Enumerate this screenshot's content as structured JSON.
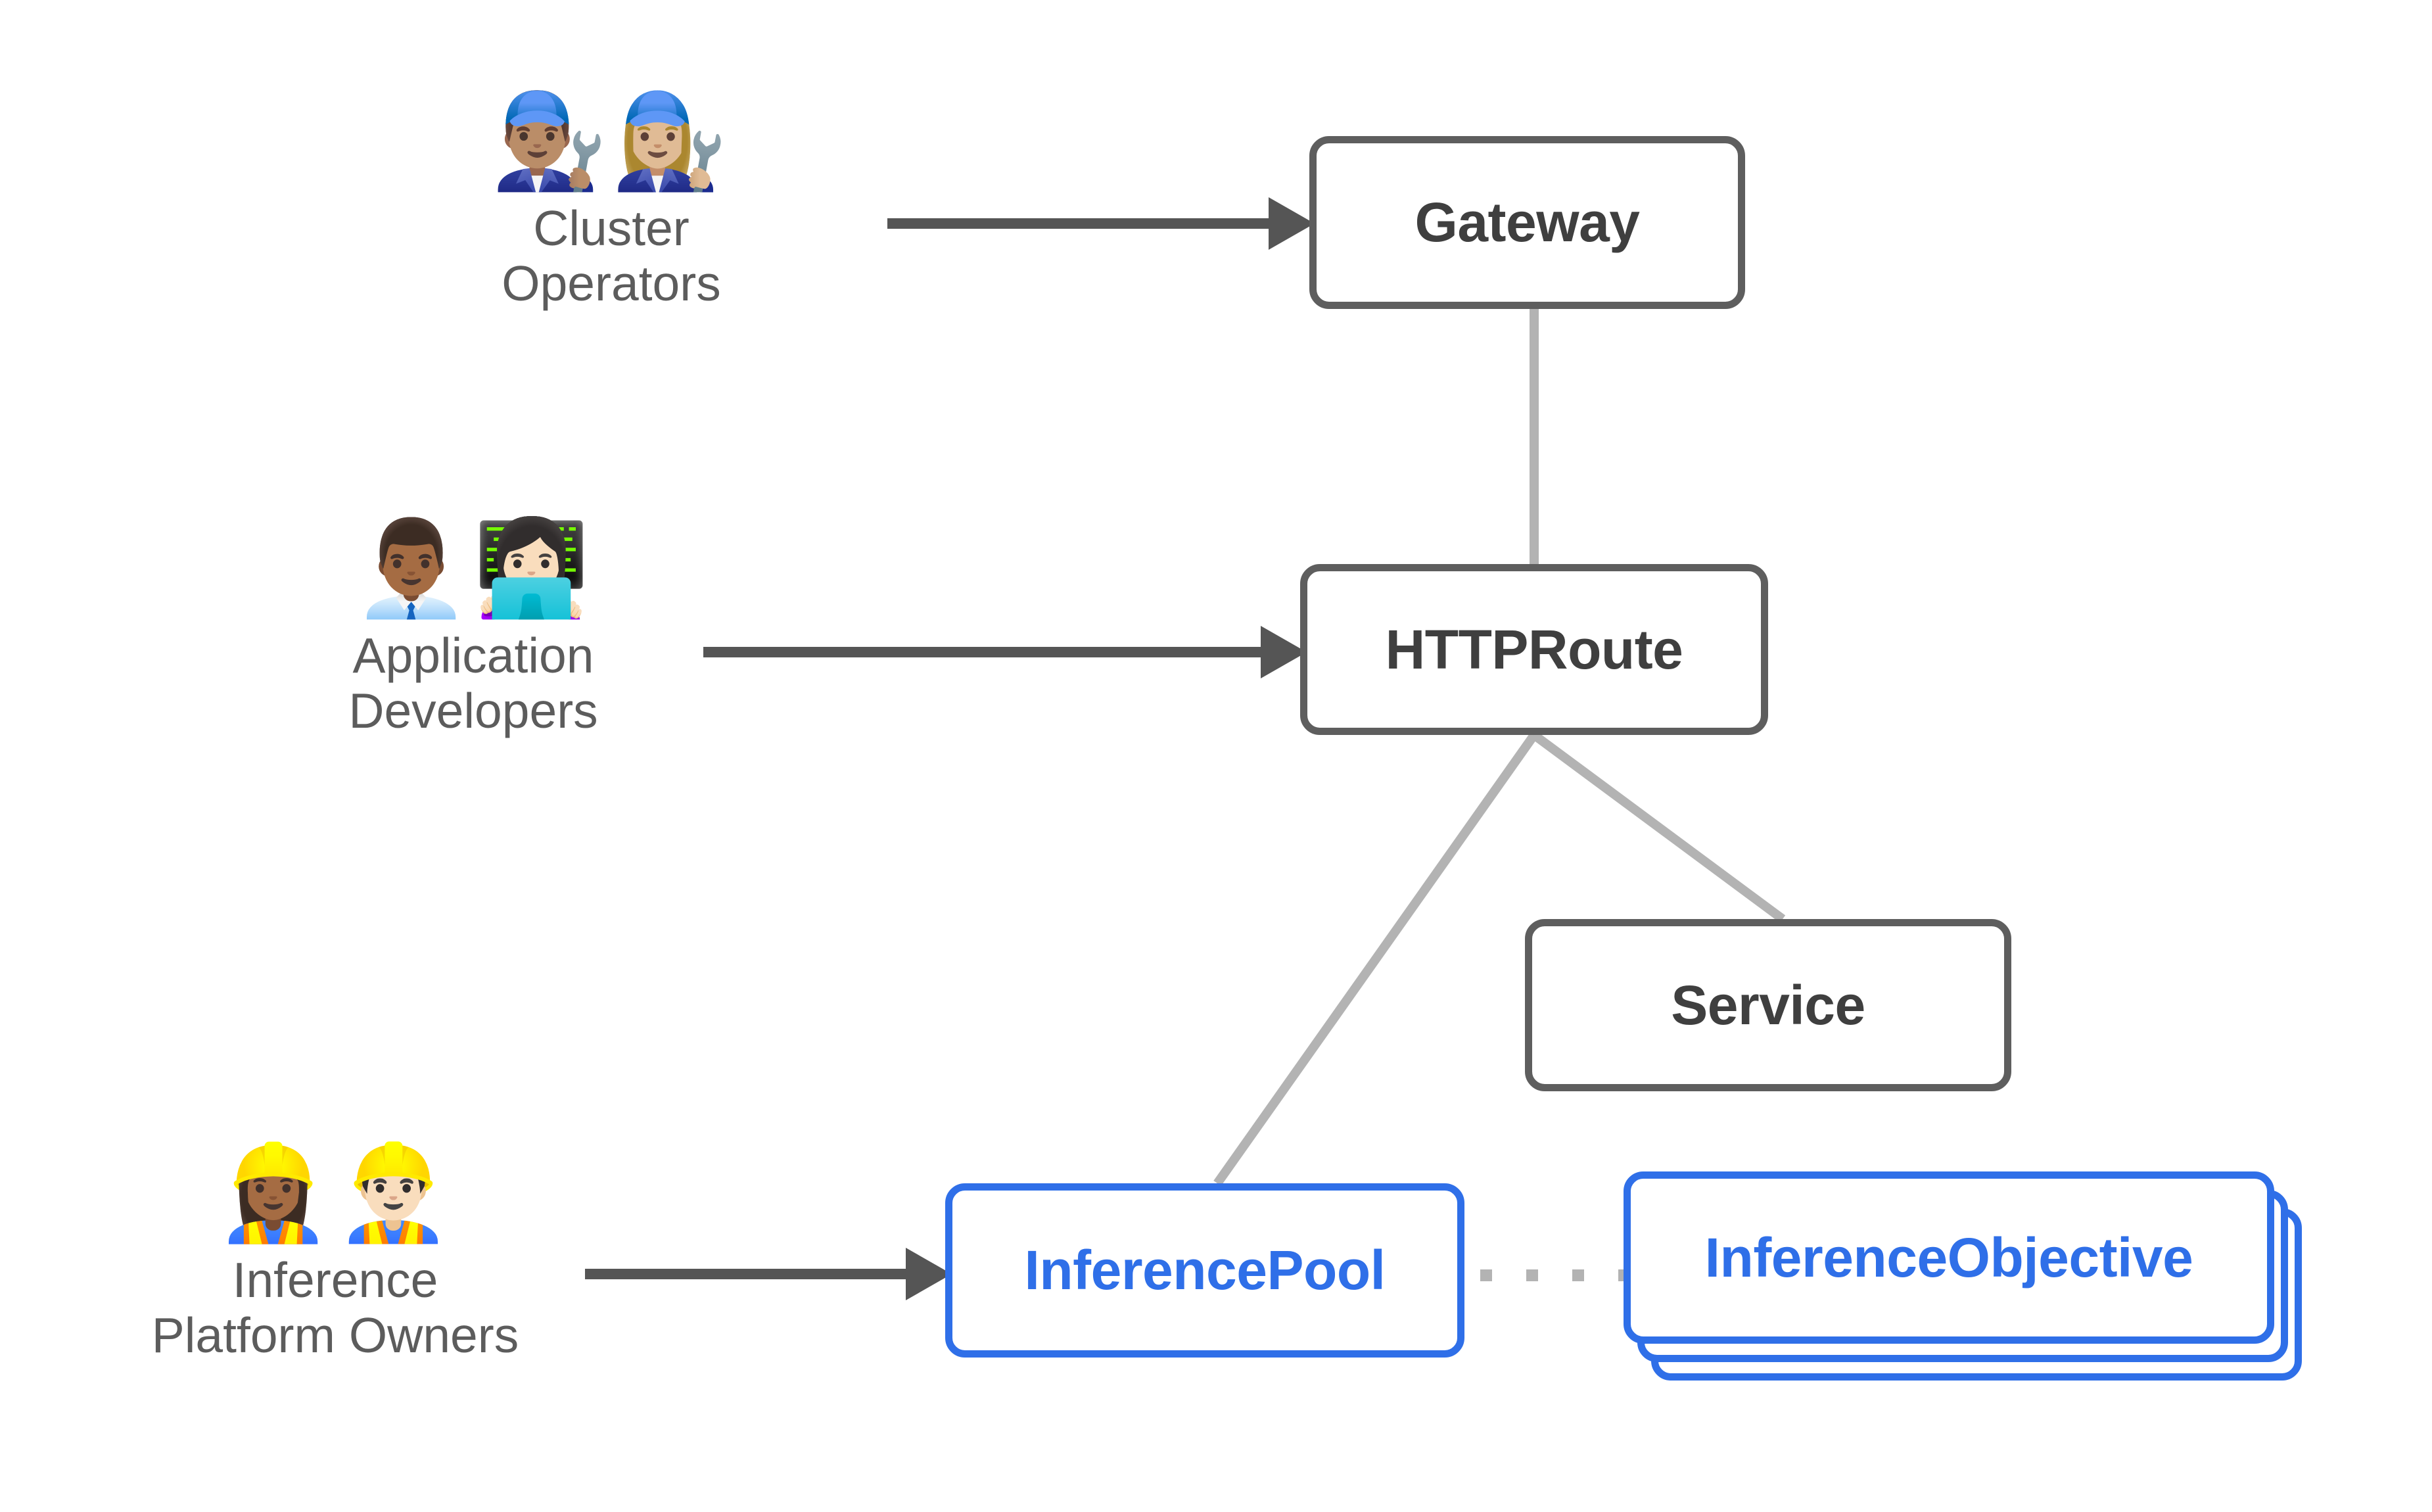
{
  "diagram": {
    "title": "Gateway API Inference Extension resource and persona diagram",
    "background_color": "#ffffff",
    "colors": {
      "box_border_gray": "#5e5e5e",
      "box_text_gray": "#3f3f3f",
      "box_border_blue": "#2f6fe8",
      "box_text_blue": "#2f6fe8",
      "arrow_dark": "#555555",
      "connector_light": "#b3b3b3",
      "dotted_connector": "#b3b3b3",
      "persona_label": "#5c5c5c"
    }
  },
  "personas": [
    {
      "id": "cluster-operators",
      "emoji": "👨🏽‍🔧👩🏼‍🔧",
      "emoji_name": "mechanic-pair-icon",
      "label": "Cluster\nOperators",
      "target": "Gateway"
    },
    {
      "id": "application-developers",
      "emoji": "👨🏾‍💼👩🏻‍💻",
      "emoji_name": "office-worker-and-technologist-icon",
      "label": "Application\nDevelopers",
      "target": "HTTPRoute"
    },
    {
      "id": "inference-platform-owners",
      "emoji": "👷🏾‍♀️👷🏻‍♂️",
      "emoji_name": "construction-worker-pair-icon",
      "label": "Inference\nPlatform Owners",
      "target": "InferencePool"
    }
  ],
  "nodes": [
    {
      "id": "gateway",
      "label": "Gateway",
      "style": "gray"
    },
    {
      "id": "httproute",
      "label": "HTTPRoute",
      "style": "gray"
    },
    {
      "id": "service",
      "label": "Service",
      "style": "gray"
    },
    {
      "id": "inferencepool",
      "label": "InferencePool",
      "style": "blue"
    },
    {
      "id": "inferenceobjective",
      "label": "InferenceObjective",
      "style": "blue",
      "stacked": true,
      "stack_count": 3
    }
  ],
  "edges": [
    {
      "from": "cluster-operators",
      "to": "gateway",
      "kind": "arrow",
      "color": "#555555"
    },
    {
      "from": "application-developers",
      "to": "httproute",
      "kind": "arrow",
      "color": "#555555"
    },
    {
      "from": "inference-platform-owners",
      "to": "inferencepool",
      "kind": "arrow",
      "color": "#555555"
    },
    {
      "from": "gateway",
      "to": "httproute",
      "kind": "line",
      "color": "#b3b3b3"
    },
    {
      "from": "httproute",
      "to": "inferencepool",
      "kind": "line",
      "color": "#b3b3b3"
    },
    {
      "from": "httproute",
      "to": "service",
      "kind": "line",
      "color": "#b3b3b3"
    },
    {
      "from": "inferencepool",
      "to": "inferenceobjective",
      "kind": "dotted",
      "color": "#b3b3b3"
    }
  ]
}
